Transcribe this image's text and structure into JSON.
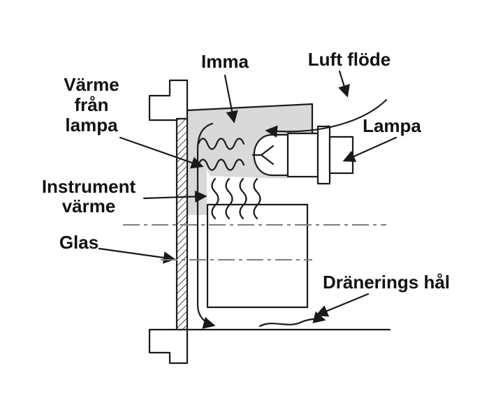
{
  "diagram": {
    "labels": {
      "imma": "Imma",
      "luft_flode": "Luft flöde",
      "lampa": "Lampa",
      "varme_fran_lampa": {
        "line1": "Värme",
        "line2": "från",
        "line3": "lampa"
      },
      "instrument_varme": {
        "line1": "Instrument",
        "line2": "värme"
      },
      "glas": "Glas",
      "dranerings_hal": "Dränerings hål"
    },
    "colors": {
      "outline": "#1a1a1a",
      "condensation_fill": "#d9d9d9",
      "centerline": "#7d7d7d"
    }
  }
}
